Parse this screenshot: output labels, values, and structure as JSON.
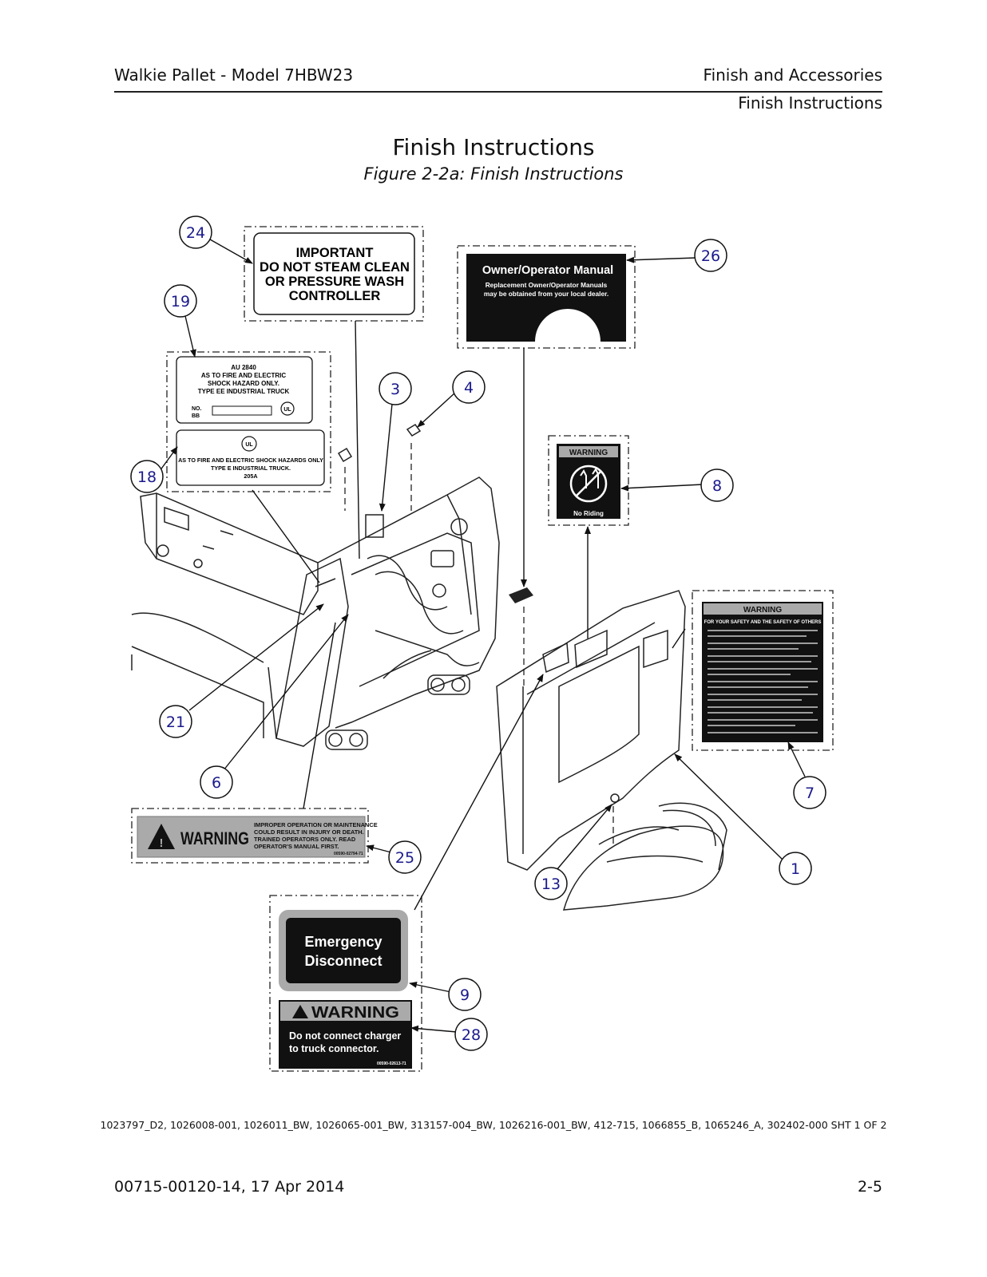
{
  "header": {
    "doc_title": "Walkie Pallet - Model 7HBW23",
    "section": "Finish and Accessories",
    "subsection": "Finish Instructions"
  },
  "page_title": "Finish Instructions",
  "figure_caption": "Figure 2-2a:  Finish Instructions",
  "callouts": [
    "24",
    "26",
    "19",
    "3",
    "4",
    "18",
    "8",
    "21",
    "6",
    "7",
    "25",
    "1",
    "13",
    "9",
    "28"
  ],
  "labels": {
    "important": [
      "IMPORTANT",
      "DO NOT STEAM CLEAN",
      "OR PRESSURE WASH",
      "CONTROLLER"
    ],
    "manual_title": "Owner/Operator Manual",
    "manual_text": [
      "Replacement Owner/Operator Manuals",
      "may be obtained from your local dealer."
    ],
    "ul1": [
      "AU 2840",
      "AS TO FIRE AND ELECTRIC",
      "SHOCK HAZARD ONLY.",
      "TYPE EE INDUSTRIAL TRUCK"
    ],
    "ul1_no": [
      "NO.",
      "BB"
    ],
    "ul2": [
      "AS TO FIRE AND ELECTRIC SHOCK HAZARDS ONLY",
      "TYPE E INDUSTRIAL TRUCK.",
      "205A"
    ],
    "warning_word": "WARNING",
    "no_riding": "No Riding",
    "warn7_head": "FOR YOUR SAFETY AND THE SAFETY OF OTHERS",
    "warn25_text": [
      "IMPROPER OPERATION OR MAINTENANCE",
      "COULD RESULT IN INJURY OR DEATH.",
      "TRAINED OPERATORS ONLY. READ",
      "OPERATOR'S MANUAL FIRST."
    ],
    "warn25_code": "00590-02794-71",
    "emergency": [
      "Emergency",
      "Disconnect"
    ],
    "charger": [
      "Do not connect charger",
      "to truck connector."
    ],
    "charger_code": "00590-02613-71"
  },
  "reference_numbers": "1023797_D2, 1026008-001, 1026011_BW, 1026065-001_BW, 313157-004_BW, 1026216-001_BW, 412-715, 1066855_B, 1065246_A, 302402-000 SHT 1 OF 2",
  "footer": {
    "doc_number": "00715-00120-14, 17 Apr 2014",
    "page": "2-5"
  }
}
